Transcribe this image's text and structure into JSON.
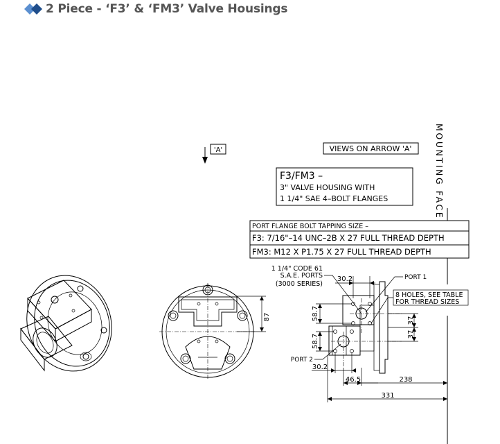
{
  "page": {
    "title": "2 Piece - ‘F3’ & ‘FM3’ Valve Housings",
    "icons": [
      "diamond-logo-icon",
      "arrow-down-icon"
    ],
    "colors": {
      "title": "#555555",
      "accent_dark": "#1f4e8c",
      "accent_light": "#5b8fd0",
      "line": "#000000"
    }
  },
  "drawing": {
    "arrow_label": "'A'",
    "views_label": "VIEWS ON ARROW 'A'",
    "mounting_face": "MOUNTING FACE",
    "housing_box": {
      "line1": "F3/FM3 –",
      "line2": "3\" VALVE HOUSING WITH",
      "line3": "1 1/4\" SAE 4–BOLT FLANGES"
    },
    "tapping_table": {
      "header": "PORT FLANGE BOLT TAPPING SIZE –",
      "row_f3": "F3:  7/16\"–14 UNC–2B X 27 FULL THREAD DEPTH",
      "row_fm3": "FM3:  M12 X P1.75 X 27 FULL THREAD DEPTH"
    },
    "ports_note": {
      "line1": "1 1/4\" CODE 61",
      "line2": "S.A.E. PORTS",
      "line3": "(3000 SERIES)"
    },
    "holes_note": {
      "line1": "8 HOLES, SEE TABLE",
      "line2": "FOR THREAD SIZES"
    },
    "port1": "PORT 1",
    "port2": "PORT 2",
    "dimensions": {
      "d87": "87",
      "d30_2_top": "30.2",
      "d30_2_bottom": "30.2",
      "d58_7_top": "58.7",
      "d58_7_bottom": "58.7",
      "d37_a": "37",
      "d37_b": "37",
      "d46_5": "46.5",
      "d238": "238",
      "d331": "331"
    }
  }
}
